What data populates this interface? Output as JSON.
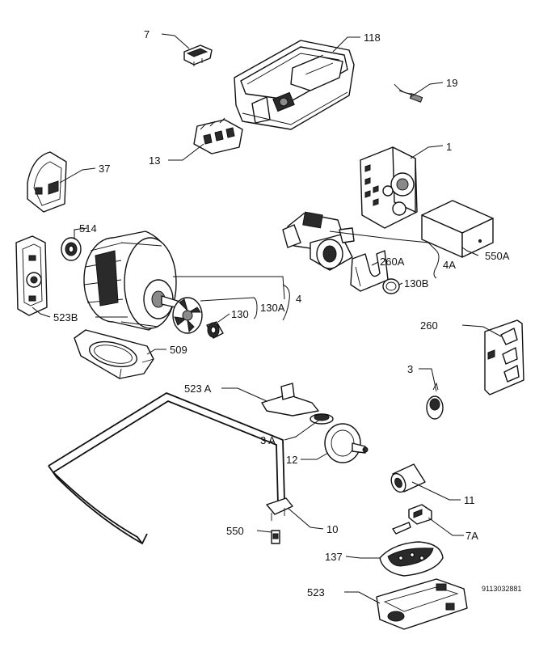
{
  "labels": {
    "p7": "7",
    "p118": "118",
    "p19": "19",
    "p13": "13",
    "p1": "1",
    "p37": "37",
    "p514": "514",
    "p550A": "550A",
    "p260A": "260A",
    "p4A": "4A",
    "p130B": "130B",
    "p4": "4",
    "p130A": "130A",
    "p130": "130",
    "p523B": "523B",
    "p509": "509",
    "p260": "260",
    "p3": "3",
    "p523A": "523 A",
    "p3A": "3 A",
    "p12": "12",
    "p11": "11",
    "p550": "550",
    "p10": "10",
    "p7A": "7A",
    "p137": "137",
    "p523": "523"
  },
  "drawing_code": "9113032881"
}
